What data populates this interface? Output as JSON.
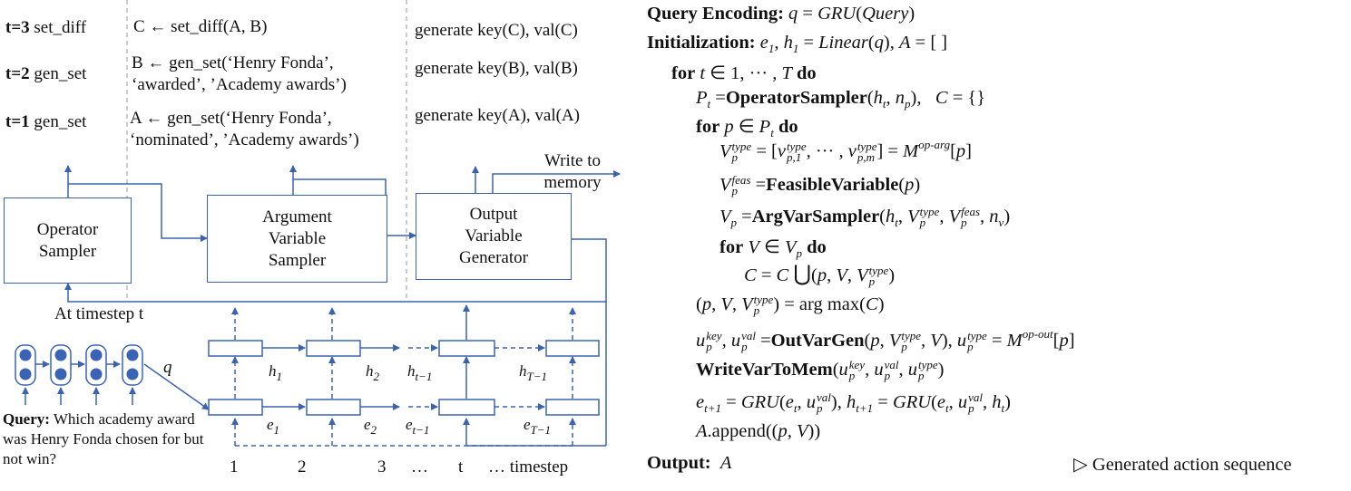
{
  "steps": [
    {
      "t": "t=3",
      "op": "set_diff",
      "call": "C ← set_diff(A, B)",
      "call2": "",
      "gen": "generate key(C), val(C)"
    },
    {
      "t": "t=2",
      "op": "gen_set",
      "call": "B ← gen_set(‘Henry Fonda’,",
      "call2": "‘awarded’, ’Academy awards’)",
      "gen": "generate key(B), val(B)"
    },
    {
      "t": "t=1",
      "op": "gen_set",
      "call": "A ← gen_set(‘Henry Fonda’,",
      "call2": "‘nominated’, ’Academy awards’)",
      "gen": "generate key(A), val(A)"
    }
  ],
  "boxes": {
    "operator": "Operator Sampler",
    "argument": "Argument Variable Sampler",
    "output": "Output Variable Generator"
  },
  "write_memory": "Write to memory",
  "at_timestep": "At timestep t",
  "q_label": "q",
  "h_labels": [
    "h1",
    "h2",
    "ht−1",
    "hT−1"
  ],
  "e_labels": [
    "e1",
    "e2",
    "et−1",
    "eT−1"
  ],
  "timesteps": [
    "1",
    "2",
    "3",
    "…",
    "t",
    "… timestep"
  ],
  "query": {
    "label": "Query:",
    "text": "Which academy award was Henry Fonda chosen for but not win?"
  },
  "algorithm": {
    "query_encoding_label": "Query Encoding:",
    "initialization_label": "Initialization:",
    "for_kw": "for",
    "do_kw": "do",
    "operator_sampler": "OperatorSampler",
    "feasible_variable": "FeasibleVariable",
    "arg_var_sampler": "ArgVarSampler",
    "out_var_gen": "OutVarGen",
    "write_var_to_mem": "WriteVarToMem",
    "append": "append",
    "output_label": "Output:",
    "output_var": "A",
    "comment": "▷ Generated action sequence"
  },
  "colors": {
    "accent": "#3b63b5",
    "divider": "#bbbbbb"
  }
}
